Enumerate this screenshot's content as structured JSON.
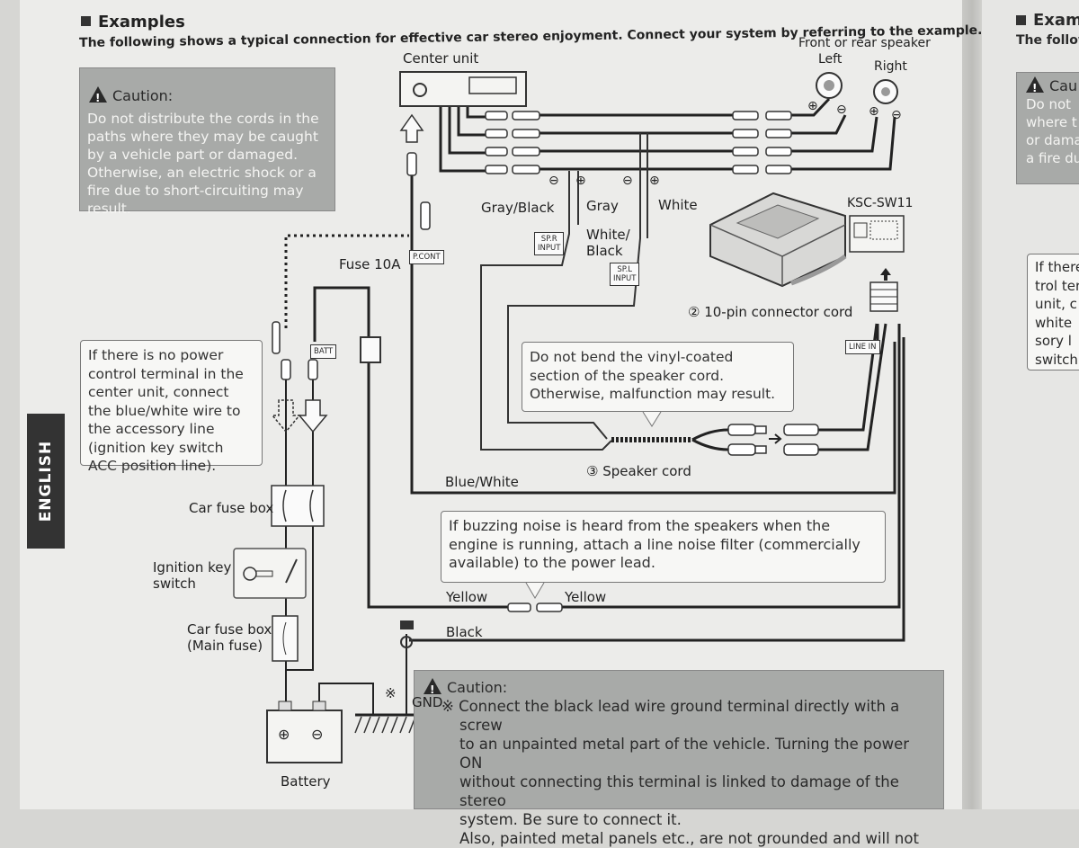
{
  "section": {
    "title": "Examples",
    "subtitle": "The following shows a typical connection for effective car stereo enjoyment. Connect your system by referring to the example."
  },
  "side_tab": "ENGLISH",
  "caution_top": {
    "title": "Caution:",
    "text": "Do not distribute the cords in the paths where they may be caught by a vehicle part or damaged. Otherwise, an electric shock or a fire due to short-circuiting may result."
  },
  "power_note": "If there is no power control terminal in the center unit, connect the blue/white wire to the accessory line (ignition key switch ACC position line).",
  "bend_note": "Do not bend the vinyl-coated section of the speaker cord. Otherwise, malfunction may result.",
  "noise_note": "If buzzing noise is heard from the speakers when the engine is running, attach a line noise filter (commercially available) to the power lead.",
  "caution_bottom": {
    "title": "Caution:",
    "line1": "※ Connect the black lead wire ground terminal directly with a screw",
    "line2": "to an unpainted metal part of the vehicle. Turning the power ON",
    "line3": "without connecting this terminal is linked to damage of the stereo",
    "line4": "system. Be sure to connect it.",
    "line5": "Also, painted metal panels etc., are not grounded and will not"
  },
  "labels": {
    "center_unit": "Center unit",
    "front_rear_speaker": "Front or rear speaker",
    "left": "Left",
    "right": "Right",
    "gray_black": "Gray/Black",
    "gray": "Gray",
    "white": "White",
    "white_black_1": "White/",
    "white_black_2": "Black",
    "ksc": "KSC-SW11",
    "connector_cord": "② 10-pin connector cord",
    "fuse": "Fuse 10A",
    "speaker_cord": "③ Speaker cord",
    "blue_white": "Blue/White",
    "yellow_left": "Yellow",
    "yellow_right": "Yellow",
    "black": "Black",
    "gnd": "GND",
    "car_fuse_box": "Car fuse box",
    "ignition_1": "Ignition key",
    "ignition_2": "switch",
    "main_fuse_1": "Car fuse box",
    "main_fuse_2": "(Main fuse)",
    "battery": "Battery",
    "asterisk": "※",
    "plus": "⊕",
    "minus": "⊖"
  },
  "tags": {
    "pcont": "P.CONT",
    "batt": "BATT",
    "spr_1": "SP.R",
    "spr_2": "INPUT",
    "spl_1": "SP.L",
    "spl_2": "INPUT",
    "line_in": "LINE IN"
  },
  "right_page": {
    "title": "Exam",
    "subtitle": "The follow",
    "caution_title": "Cau",
    "caution_text": "Do not where t or dama a fire du",
    "note_text": "If there trol ter unit, c white sory l switch"
  }
}
